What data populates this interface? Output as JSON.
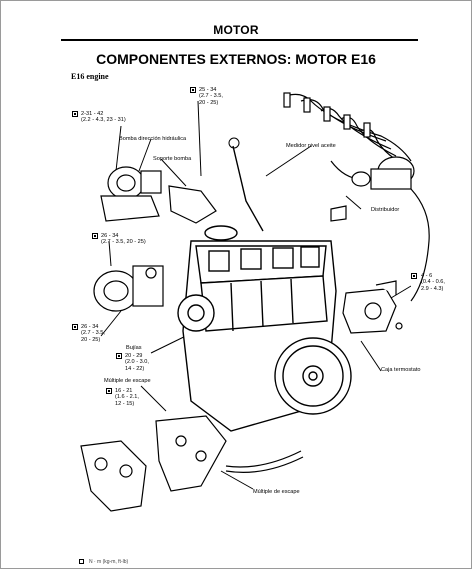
{
  "header": "MOTOR",
  "title": "COMPONENTES EXTERNOS: MOTOR E16",
  "subtitle": "E16 engine",
  "labels": {
    "t1": "2-31 - 42\n(2.2 - 4.3, 23 - 31)",
    "bomba": "Bomba dirección hidráulica",
    "soporte": "Soporte bomba",
    "t2": "25 - 34\n(2.7 - 3.5,\n20 - 25)",
    "medidor": "Medidor nivel aceite",
    "distribuidor": "Distribuidor",
    "t3": "26 - 34\n(2.7 - 3.5, 20 - 25)",
    "t4": "26 - 34\n(2.7 - 3.5,\n20 - 25)",
    "bujias_title": "Bujías",
    "bujias_torque": "20 - 29\n(2.0 - 3.0,\n14 - 22)",
    "multiple_top": "Múltiple de escape",
    "t5": "16 - 21\n(1.6 - 2.1,\n12 - 15)",
    "t6": "4 - 6\n(0.4 - 0.6,\n2.9 - 4.3)",
    "caja": "Caja termostato",
    "multiple_bottom": "Múltiple de escape"
  },
  "footer": "N · m (kg-m, ft-lb)"
}
